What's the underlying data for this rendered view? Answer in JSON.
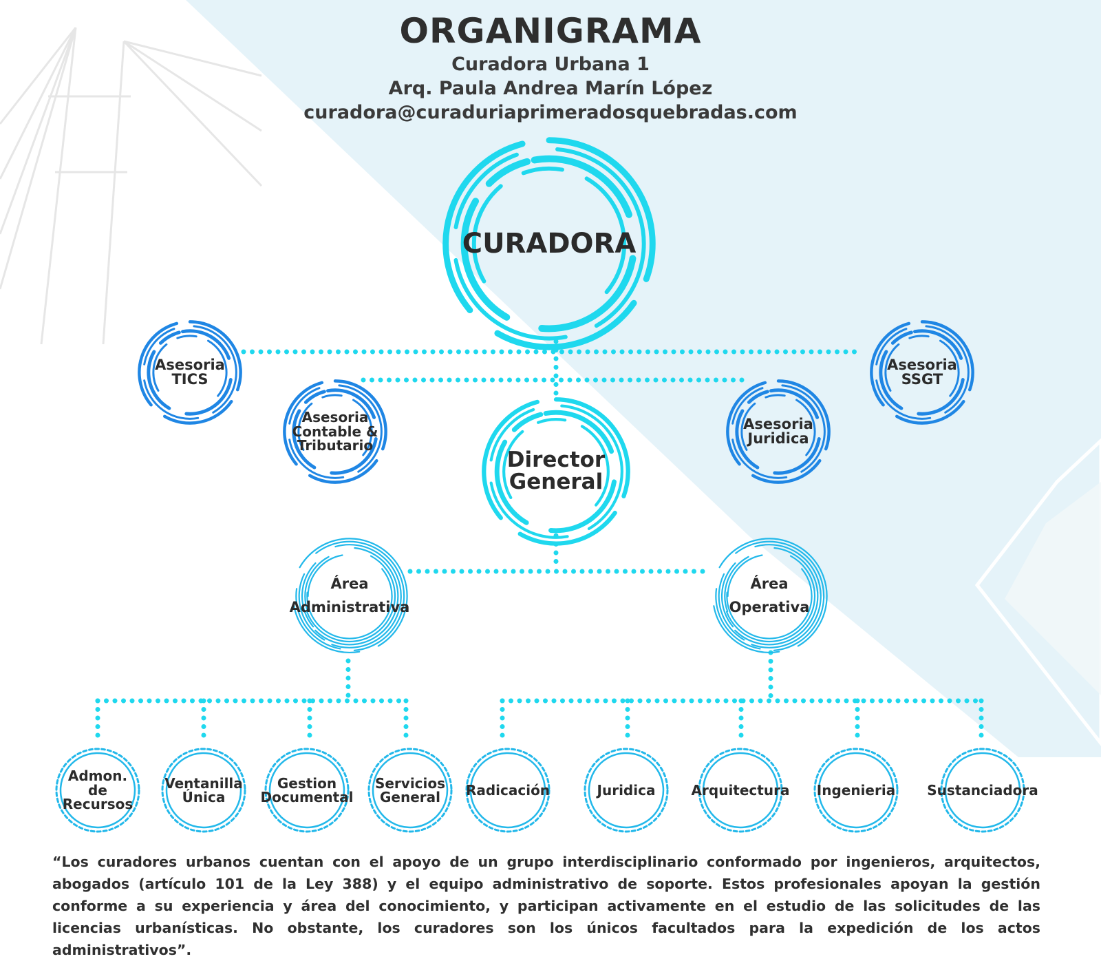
{
  "header": {
    "title": "ORGANIGRAMA",
    "subtitle": "Curadora Urbana 1",
    "name": "Arq. Paula Andrea Marín López",
    "email": "curadora@curaduriaprimeradosquebradas.com"
  },
  "nodes": {
    "curadora": "CURADORA",
    "asesoria_tics": "Asesoria TICS",
    "asesoria_ssgt": "Asesoria SSGT",
    "asesoria_contable": "Asesoria Contable & Tributario",
    "asesoria_juridica": "Asesoria Juridica",
    "director": "Director General",
    "area_administrativa": "Área Administrativa",
    "area_operativa": "Área Operativa",
    "admon_recursos": "Admon. de Recursos",
    "ventanilla_unica": "Ventanilla Única",
    "gestion_documental": "Gestion Documental",
    "servicios_general": "Servicios General",
    "radicacion": "Radicación",
    "juridica": "Juridica",
    "arquitectura": "Arquitectura",
    "ingenieria": "Ingenieria",
    "sustanciadora": "Sustanciadora"
  },
  "quote": "“Los curadores urbanos cuentan con el apoyo de un grupo interdisciplinario conformado por ingenieros, arquitectos, abogados (artículo 101 de la Ley 388) y el equipo administrativo de soporte. Estos profesionales apoyan la gestión conforme a su experiencia y área del conocimiento, y participan activamente en el estudio de las solicitudes de las licencias urbanísticas. No obstante, los curadores son los únicos facultados para la expedición de los actos administrativos”.",
  "colors": {
    "cyan": "#1fd8ee",
    "blue": "#1f86e4",
    "light_bg": "#e6f4fa"
  }
}
